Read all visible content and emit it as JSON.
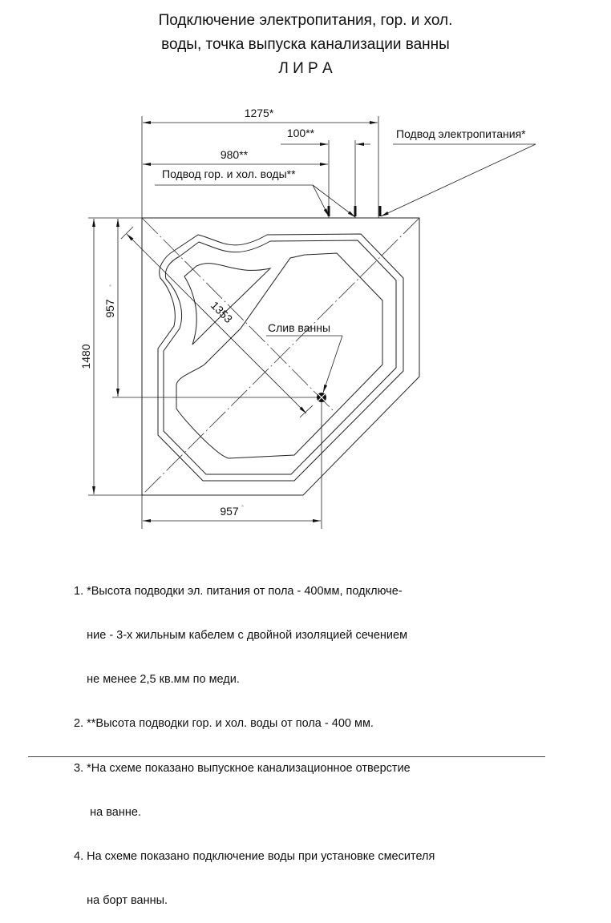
{
  "title": {
    "line1": "Подключение электропитания, гор. и хол.",
    "line2": "воды, точка выпуска канализации ванны",
    "line3": "Л И Р А"
  },
  "dimensions": {
    "total_width": "1275*",
    "water_offset": "980**",
    "water_spacing": "100**",
    "height_total": "1480",
    "drain_y": "957",
    "drain_x": "957",
    "diagonal": "1353",
    "faint_mark": "*"
  },
  "labels": {
    "power": "Подвод электропитания*",
    "water": "Подвод гор. и хол. воды**",
    "drain": "Слив ванны"
  },
  "notes": [
    "1. *Высота подводки эл. питания от пола - 400мм, подключе-",
    "    ние - 3-х жильным кабелем с двойной изоляцией сечением",
    "    не менее 2,5 кв.мм по меди.",
    "2. **Высота подводки гор. и хол. воды от пола - 400 мм.",
    "3. *На схеме показано выпускное канализационное отверстие",
    "     на ванне.",
    "4. На схеме показано подключение воды при установке смесителя",
    "    на борт ванны."
  ]
}
